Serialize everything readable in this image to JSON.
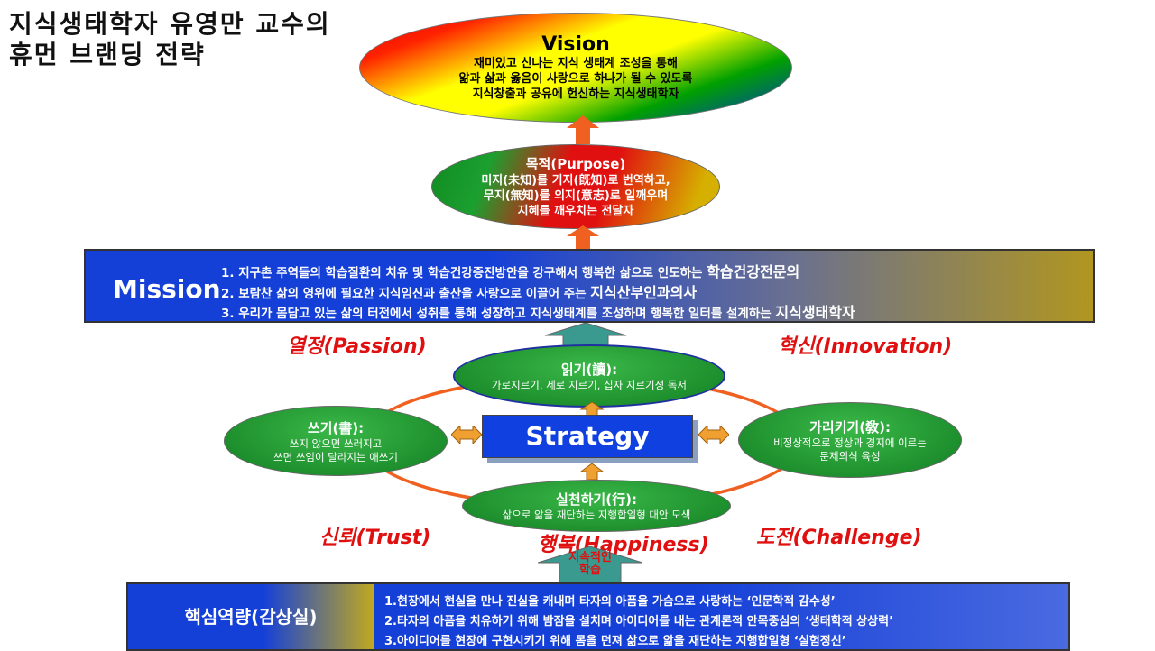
{
  "title_line1": "지식생태학자 유영만 교수의",
  "title_line2": "휴먼 브랜딩 전략",
  "vision": {
    "heading": "Vision",
    "lines": [
      "재미있고 신나는 지식 생태계 조성을 통해",
      "앎과 삶과 옳음이 사랑으로 하나가 될 수 있도록",
      "지식창출과 공유에 헌신하는 지식생태학자"
    ]
  },
  "purpose": {
    "heading": "목적(Purpose)",
    "lines": [
      "미지(未知)를 기지(旣知)로 번역하고,",
      "무지(無知)를 의지(意志)로 일깨우며",
      "지혜를 깨우치는 전달자"
    ]
  },
  "mission": {
    "heading": "Mission",
    "items": [
      {
        "text": "1. 지구촌 주역들의 학습질환의 치유 및 학습건강증진방안을 강구해서 행복한 삶으로 인도하는 ",
        "emph": "학습건강전문의"
      },
      {
        "text": "2. 보람찬 삶의 영위에 필요한 지식임신과 출산을 사랑으로 이끌어 주는 ",
        "emph": "지식산부인과의사"
      },
      {
        "text": "3. 우리가 몸담고 있는 삶의 터전에서 성취를 통해 성장하고 지식생태계를 조성하며 행복한 일터를 설계하는 ",
        "emph": "지식생태학자"
      }
    ]
  },
  "values": {
    "passion": "열정(Passion)",
    "innovation": "혁신(Innovation)",
    "trust": "신뢰(Trust)",
    "happiness": "행복(Happiness)",
    "challenge": "도전(Challenge)"
  },
  "strategy": {
    "label": "Strategy",
    "reading": {
      "heading": "읽기(讀):",
      "desc": "가로지르기, 세로 지르기, 십자 지르기성 독서"
    },
    "writing": {
      "heading": "쓰기(書):",
      "desc1": "쓰지 않으면 쓰러지고",
      "desc2": "쓰면 쓰임이 달라지는 애쓰기"
    },
    "teaching": {
      "heading": "가리키기(敎):",
      "desc1": "비정상적으로 정상과 경지에 이르는",
      "desc2": "문제의식 육성"
    },
    "practice": {
      "heading": "실천하기(行):",
      "desc": "삶으로 앎을 재단하는 지행합일형 대안 모색"
    }
  },
  "continuous_learning": "지속적인 학습",
  "core": {
    "label": "핵심역량(감상실)",
    "items": [
      "1.현장에서 현실을 만나 진실을 캐내며 타자의 아픔을 가슴으로 사랑하는 ‘인문학적 감수성’",
      "2.타자의 아픔을 치유하기 위해 밤잠을 설치며 아이디어를 내는 관계론적 안목중심의 ‘생태학적 상상력’",
      "3.아이디어를 현장에 구현시키기 위해 몸을 던져 삶으로 앎을 재단하는 지행합일형 ‘실험정신’"
    ]
  },
  "colors": {
    "red": "#e01010",
    "blue": "#1540d8",
    "orange": "#f06020",
    "green": "#1a8a2a"
  }
}
